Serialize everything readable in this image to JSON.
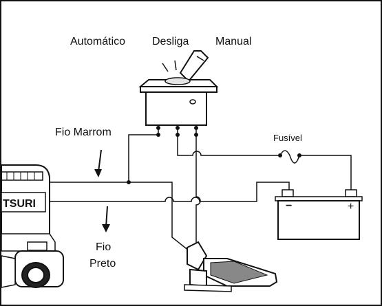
{
  "switch_labels": {
    "auto": "Automático",
    "off": "Desliga",
    "manual": "Manual"
  },
  "wire_labels": {
    "brown": "Fio Marrom",
    "black_line1": "Fio",
    "black_line2": "Preto"
  },
  "fuse_label": "Fusível",
  "battery": {
    "minus": "−",
    "plus": "+"
  },
  "pump_brand": "TSURI"
}
